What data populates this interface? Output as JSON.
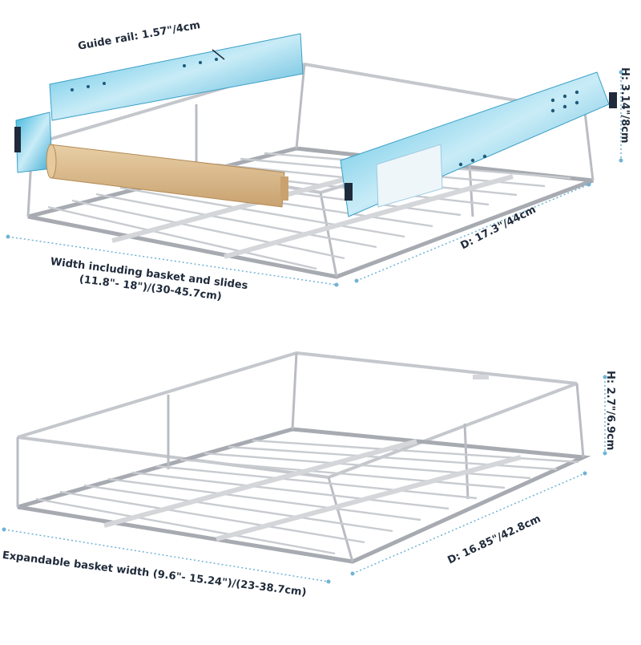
{
  "top_product": {
    "guide_rail_label": "Guide rail: 1.57\"/4cm",
    "height_label": "H: 3.14\"/8cm",
    "depth_label": "D: 17.3\"/44cm",
    "width_label_line1": "Width including basket and slides",
    "width_label_line2": "(11.8\"- 18\")/(30-45.7cm)"
  },
  "bottom_product": {
    "height_label": "H: 2.7\"/6.9cm",
    "depth_label": "D: 16.85\"/42.8cm",
    "width_label": "Expandable basket width (9.6\"- 15.24\")/(23-38.7cm)"
  },
  "colors": {
    "text": "#1f2a3a",
    "dimension_line": "#6fb3d6",
    "chrome": "#b9bcc2",
    "chrome_dark": "#8e9198",
    "slide_blue": "#5cc3e4",
    "wood": "#d9b88a"
  }
}
